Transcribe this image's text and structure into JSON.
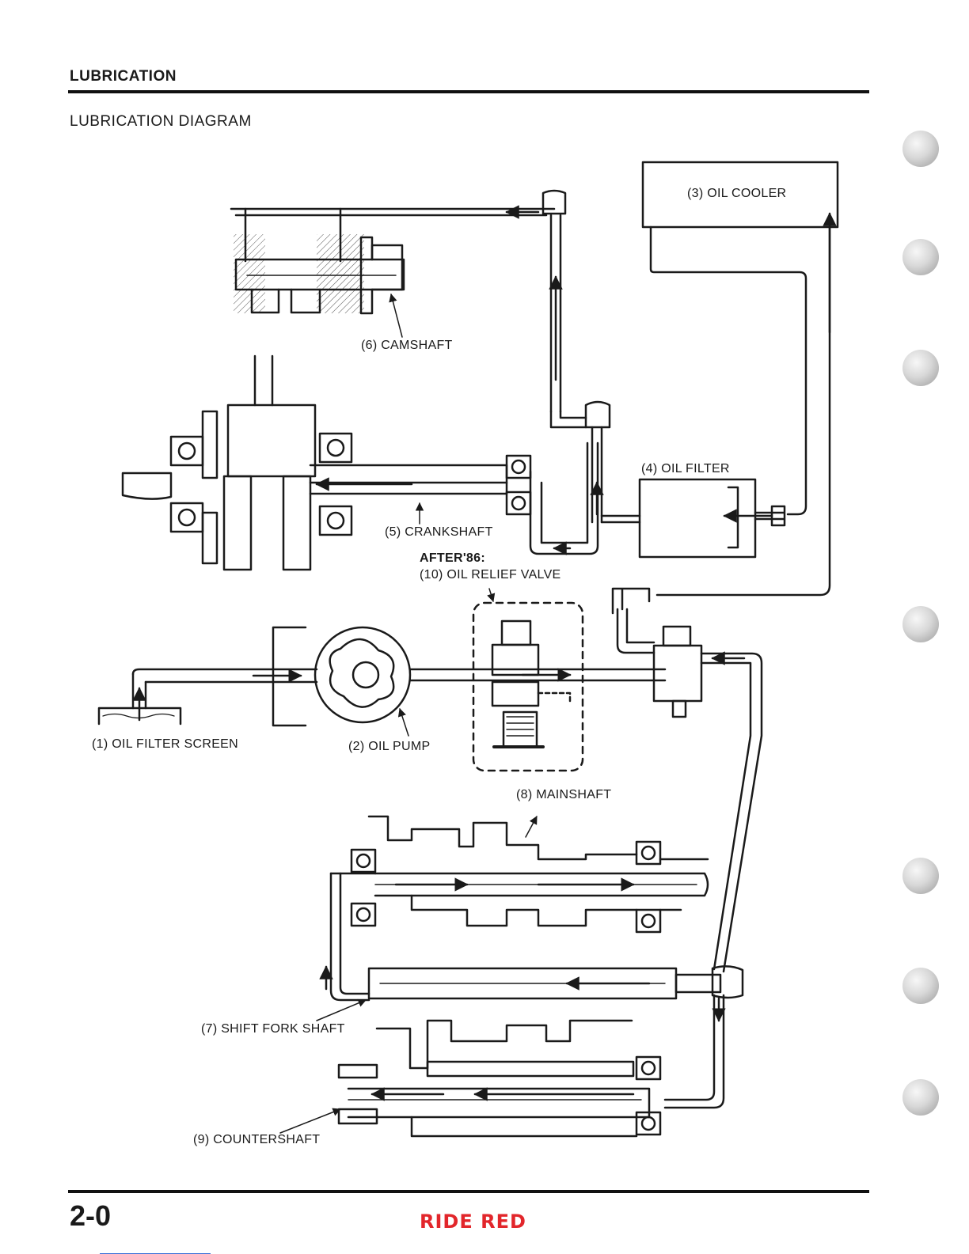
{
  "header": {
    "section_title": "LUBRICATION",
    "diagram_title": "LUBRICATION DIAGRAM"
  },
  "diagram": {
    "labels": {
      "oil_filter_screen": "(1) OIL FILTER SCREEN",
      "oil_pump": "(2) OIL PUMP",
      "oil_cooler": "(3) OIL COOLER",
      "oil_filter": "(4) OIL FILTER",
      "crankshaft": "(5) CRANKSHAFT",
      "camshaft": "(6) CAMSHAFT",
      "shift_fork_shaft": "(7) SHIFT FORK SHAFT",
      "mainshaft": "(8) MAINSHAFT",
      "countershaft": "(9) COUNTERSHAFT",
      "relief_valve_note": "AFTER'86:",
      "oil_relief_valve": "(10) OIL RELIEF VALVE"
    }
  },
  "footer": {
    "page_number": "2-0",
    "brand": "RIDE RED",
    "brand_color": "#e2262b"
  }
}
